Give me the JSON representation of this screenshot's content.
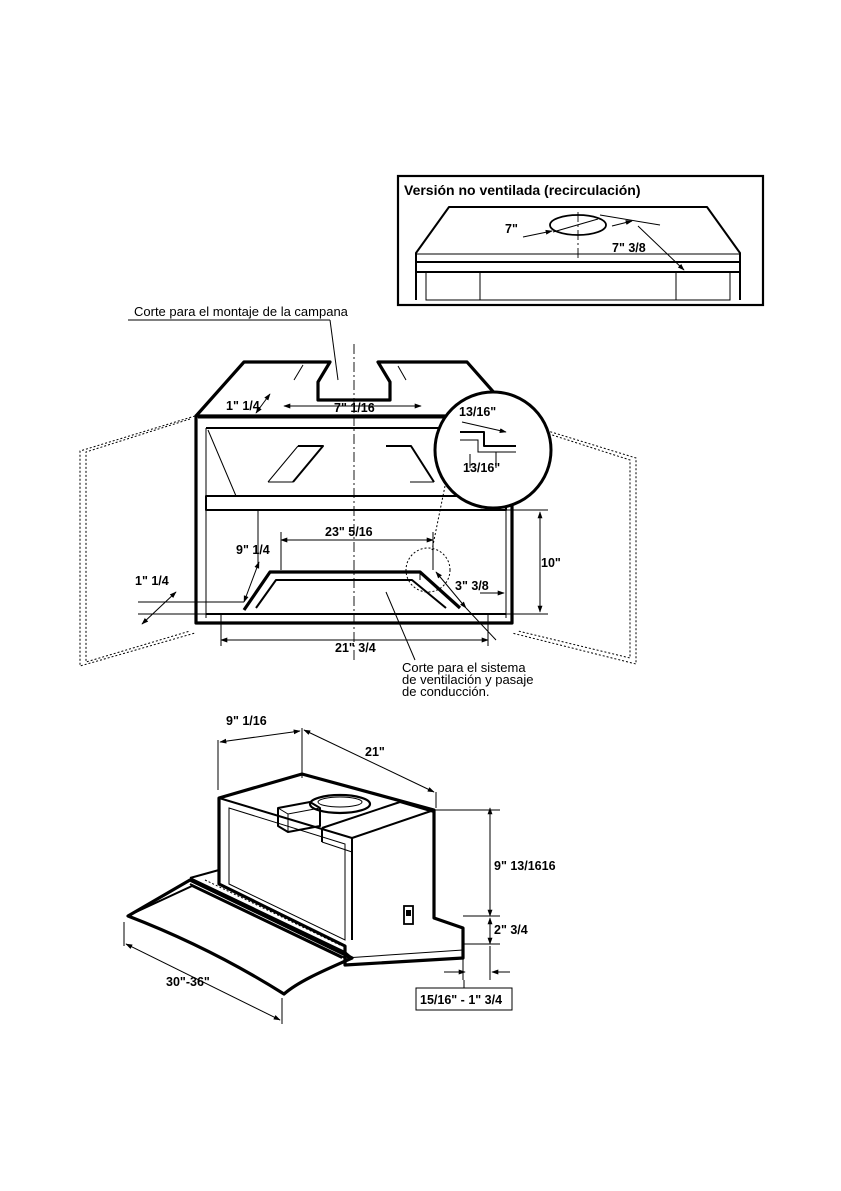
{
  "inset": {
    "title": "Versión no ventilada (recirculación)",
    "dim_hole": "7\"",
    "dim_offset": "7\" 3/8"
  },
  "cabinet": {
    "callout_top": "Corte para el montaje de la campana",
    "dim_slot_width": "7\" 1/16",
    "dim_slot_edge": "1\" 1/4",
    "detail_dim_top": "13/16\"",
    "detail_dim_bottom": "13/16\"",
    "dim_cutout_width": "23\" 5/16",
    "dim_cutout_depth": "9\" 1/4",
    "dim_edge_left": "1\" 1/4",
    "dim_right_offset": "3\" 3/8",
    "dim_height": "10\"",
    "dim_overall_width": "21\" 3/4",
    "callout_bottom": [
      "Corte para el sistema",
      "de ventilación y pasaje",
      "de conducción."
    ]
  },
  "hood": {
    "dim_depth": "9\" 1/16",
    "dim_length": "21\"",
    "dim_height": "9\" 13/1616",
    "dim_visor": "2\" 3/4",
    "dim_width_range": "30\"-36\"",
    "dim_lip_range": "15/16\" - 1\" 3/4"
  }
}
